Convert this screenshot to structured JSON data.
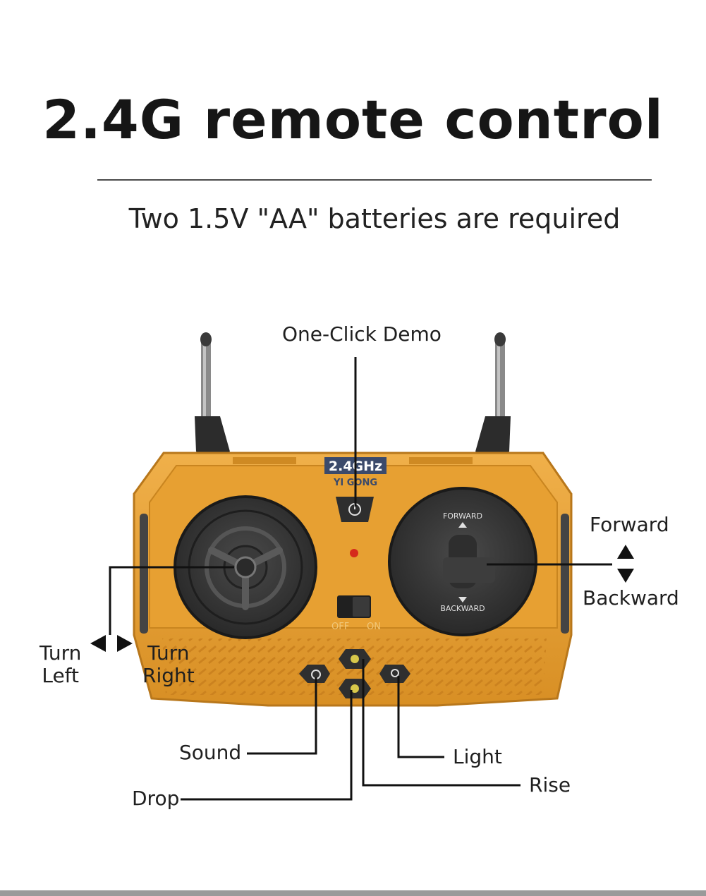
{
  "header": {
    "title": "2.4G remote control",
    "subtitle": "Two 1.5V \"AA\" batteries are required"
  },
  "remote": {
    "badge_top": "2.4GHz",
    "badge_bottom": "YI GONG",
    "forward_print": "FORWARD",
    "backward_print": "BACKWARD",
    "off_print": "OFF",
    "on_print": "ON",
    "body_color": "#e8a337"
  },
  "callouts": {
    "demo": "One-Click Demo",
    "forward": "Forward",
    "backward": "Backward",
    "turn_left_line1": "Turn",
    "turn_left_line2": "Left",
    "turn_right_line1": "Turn",
    "turn_right_line2": "Right",
    "sound": "Sound",
    "drop": "Drop",
    "light": "Light",
    "rise": "Rise"
  }
}
